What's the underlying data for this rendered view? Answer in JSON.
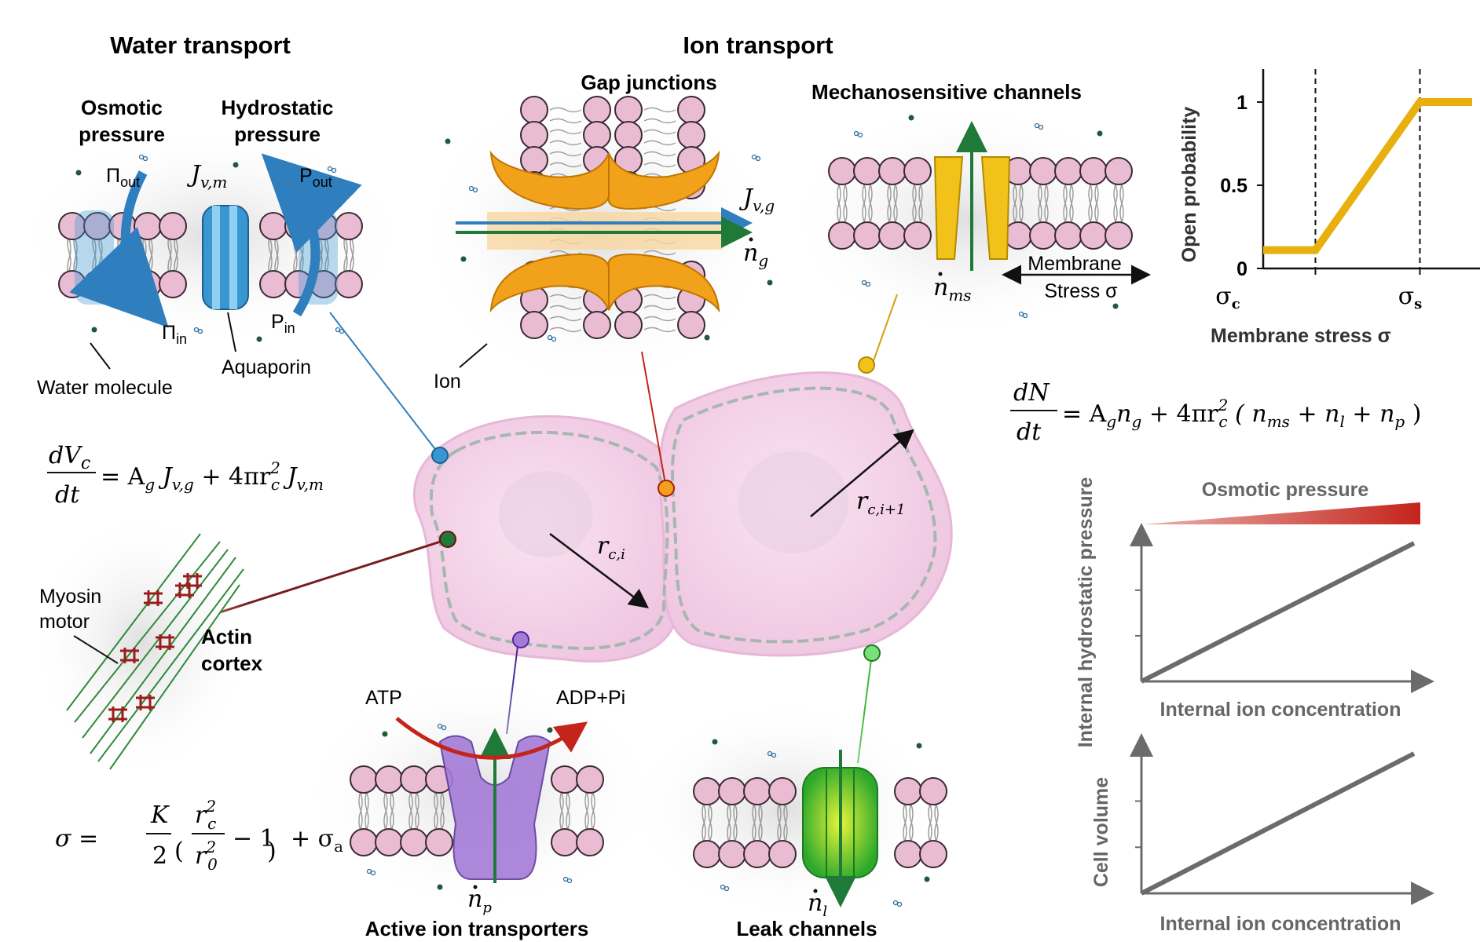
{
  "colors": {
    "lipid_head": "#e9bcd4",
    "lipid_stroke": "#3b2a33",
    "aquaporin": "#3a96d0",
    "gap_junction": "#f2a21a",
    "mechano": "#f2c21a",
    "transporter": "#a57bd6",
    "leak": "#3fb83f",
    "cell_fill": "#f4d3ea",
    "osmotic_bar": "#c4241a",
    "open_prob": "#e8b00e",
    "plot_line": "#6b6b6b"
  },
  "headings": {
    "water": "Water transport",
    "ion": "Ion transport"
  },
  "water": {
    "osmotic_1": "Osmotic",
    "osmotic_2": "pressure",
    "hydro_1": "Hydrostatic",
    "hydro_2": "pressure",
    "pi_out": "Π",
    "pi_out_sub": "out",
    "pi_in": "Π",
    "pi_in_sub": "in",
    "p_out": "P",
    "p_out_sub": "out",
    "p_in": "P",
    "p_in_sub": "in",
    "jvm": "J",
    "jvm_sub": "v,m",
    "water_molecule": "Water molecule",
    "aquaporin": "Aquaporin"
  },
  "ion": {
    "gap_junctions": "Gap junctions",
    "mechano": "Mechanosensitive channels",
    "jvg": "J",
    "jvg_sub": "v,g",
    "ng": "n",
    "ng_sub": "g",
    "ion_label": "Ion",
    "nms": "n",
    "nms_sub": "ms",
    "membrane": "Membrane",
    "stress": "Stress σ",
    "atp": "ATP",
    "adp": "ADP+Pi",
    "np": "n",
    "np_sub": "p",
    "active": "Active ion transporters",
    "nl": "n",
    "nl_sub": "l",
    "leak": "Leak channels"
  },
  "cortex": {
    "myosin_1": "Myosin",
    "myosin_2": "motor",
    "actin_1": "Actin",
    "actin_2": "cortex"
  },
  "cells": {
    "rci": "r",
    "rci_sub": "c,i",
    "rci1": "r",
    "rci1_sub": "c,i+1"
  },
  "equations": {
    "dvc_num": "dV",
    "dvc_num_sub": "c",
    "dvc_den": "dt",
    "dvc_rhs_1": "=   A",
    "dvc_rhs_1_sub": "g",
    "dvc_rhs_2": " J",
    "dvc_rhs_2_sub": "v,g",
    "dvc_rhs_3": "  +  4πr",
    "dvc_rhs_3_sup": "2",
    "dvc_rhs_3_sub": "c",
    "dvc_rhs_4": "  J",
    "dvc_rhs_4_sub": "v,m",
    "dn_num": "dN",
    "dn_den": "dt",
    "dn_rhs_1": "=   A",
    "dn_rhs_1_sub": "g",
    "dn_rhs_2": "n",
    "dn_rhs_2_sub": "g",
    "dn_rhs_3": "  +  4πr",
    "dn_rhs_3_sup": "2",
    "dn_rhs_3_sub": "c",
    "dn_rhs_4": "  ( n",
    "dn_rhs_4_sub": "ms",
    "dn_rhs_5": "  +  n",
    "dn_rhs_5_sub": "l",
    "dn_rhs_6": "  +  n",
    "dn_rhs_6_sub": "p",
    "dn_rhs_7": " )",
    "sigma_lhs": "σ  =",
    "sigma_k": "K",
    "sigma_2": "2",
    "sigma_rc": "r",
    "sigma_rc_sup": "2",
    "sigma_rc_sub": "c",
    "sigma_r0": "r",
    "sigma_r0_sup": "2",
    "sigma_r0_sub": "0",
    "sigma_minus": "−  1",
    "sigma_plus": "+ σ",
    "sigma_plus_sub": "a"
  },
  "chart_data": [
    {
      "type": "line",
      "xlabel": "Membrane stress σ",
      "ylabel": "Open probability",
      "x_tick_labels": [
        {
          "main": "σ",
          "sub": "c"
        },
        {
          "main": "σ",
          "sub": "s"
        }
      ],
      "y_ticks": [
        0,
        0.5,
        1
      ],
      "y_tick_labels": [
        "0",
        "0.5",
        "1"
      ],
      "series": [
        {
          "x": [
            0,
            0.25,
            0.75,
            1.0
          ],
          "y": [
            0.11,
            0.11,
            1.0,
            1.0
          ]
        }
      ],
      "xlim": [
        0,
        1.0
      ],
      "ylim": [
        0,
        1.0
      ],
      "vlines": [
        0.25,
        0.75
      ]
    },
    {
      "type": "line",
      "title": "Osmotic pressure",
      "xlabel": "Internal ion concentration",
      "ylabel": "Internal hydrostatic pressure",
      "series": [
        {
          "x": [
            0,
            1
          ],
          "y": [
            0,
            1
          ]
        }
      ],
      "xlim": [
        0,
        1
      ],
      "ylim": [
        0,
        1
      ]
    },
    {
      "type": "line",
      "xlabel": "Internal ion concentration",
      "ylabel": "Cell volume",
      "series": [
        {
          "x": [
            0,
            1
          ],
          "y": [
            0,
            1
          ]
        }
      ],
      "xlim": [
        0,
        1
      ],
      "ylim": [
        0,
        1
      ]
    }
  ]
}
